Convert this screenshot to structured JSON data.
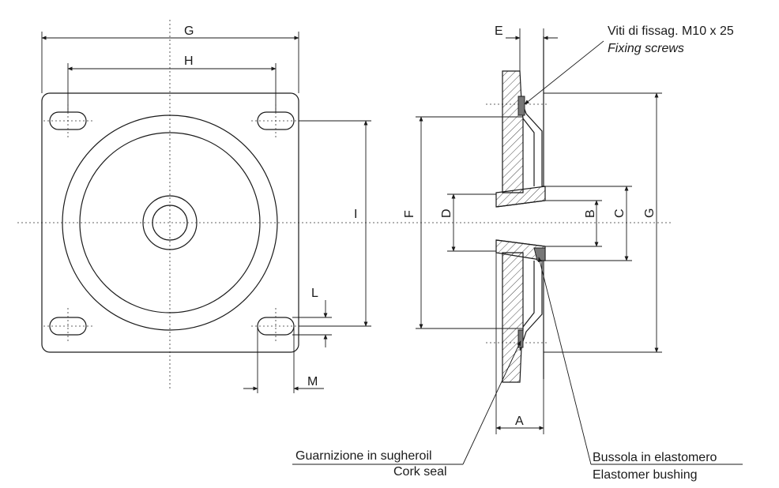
{
  "dimensions": {
    "top_G": "G",
    "top_H": "H",
    "E": "E",
    "I": "I",
    "F": "F",
    "D": "D",
    "B": "B",
    "C": "C",
    "side_G": "G",
    "L": "L",
    "M": "M",
    "A": "A"
  },
  "callouts": {
    "fixing_screws": {
      "italian": "Viti di fissag. M10 x 25",
      "english": "Fixing screws"
    },
    "cork_seal": {
      "italian": "Guarnizione in sugheroil",
      "english": "Cork seal"
    },
    "bushing": {
      "italian": "Bussola in elastomero",
      "english": "Elastomer bushing"
    }
  }
}
